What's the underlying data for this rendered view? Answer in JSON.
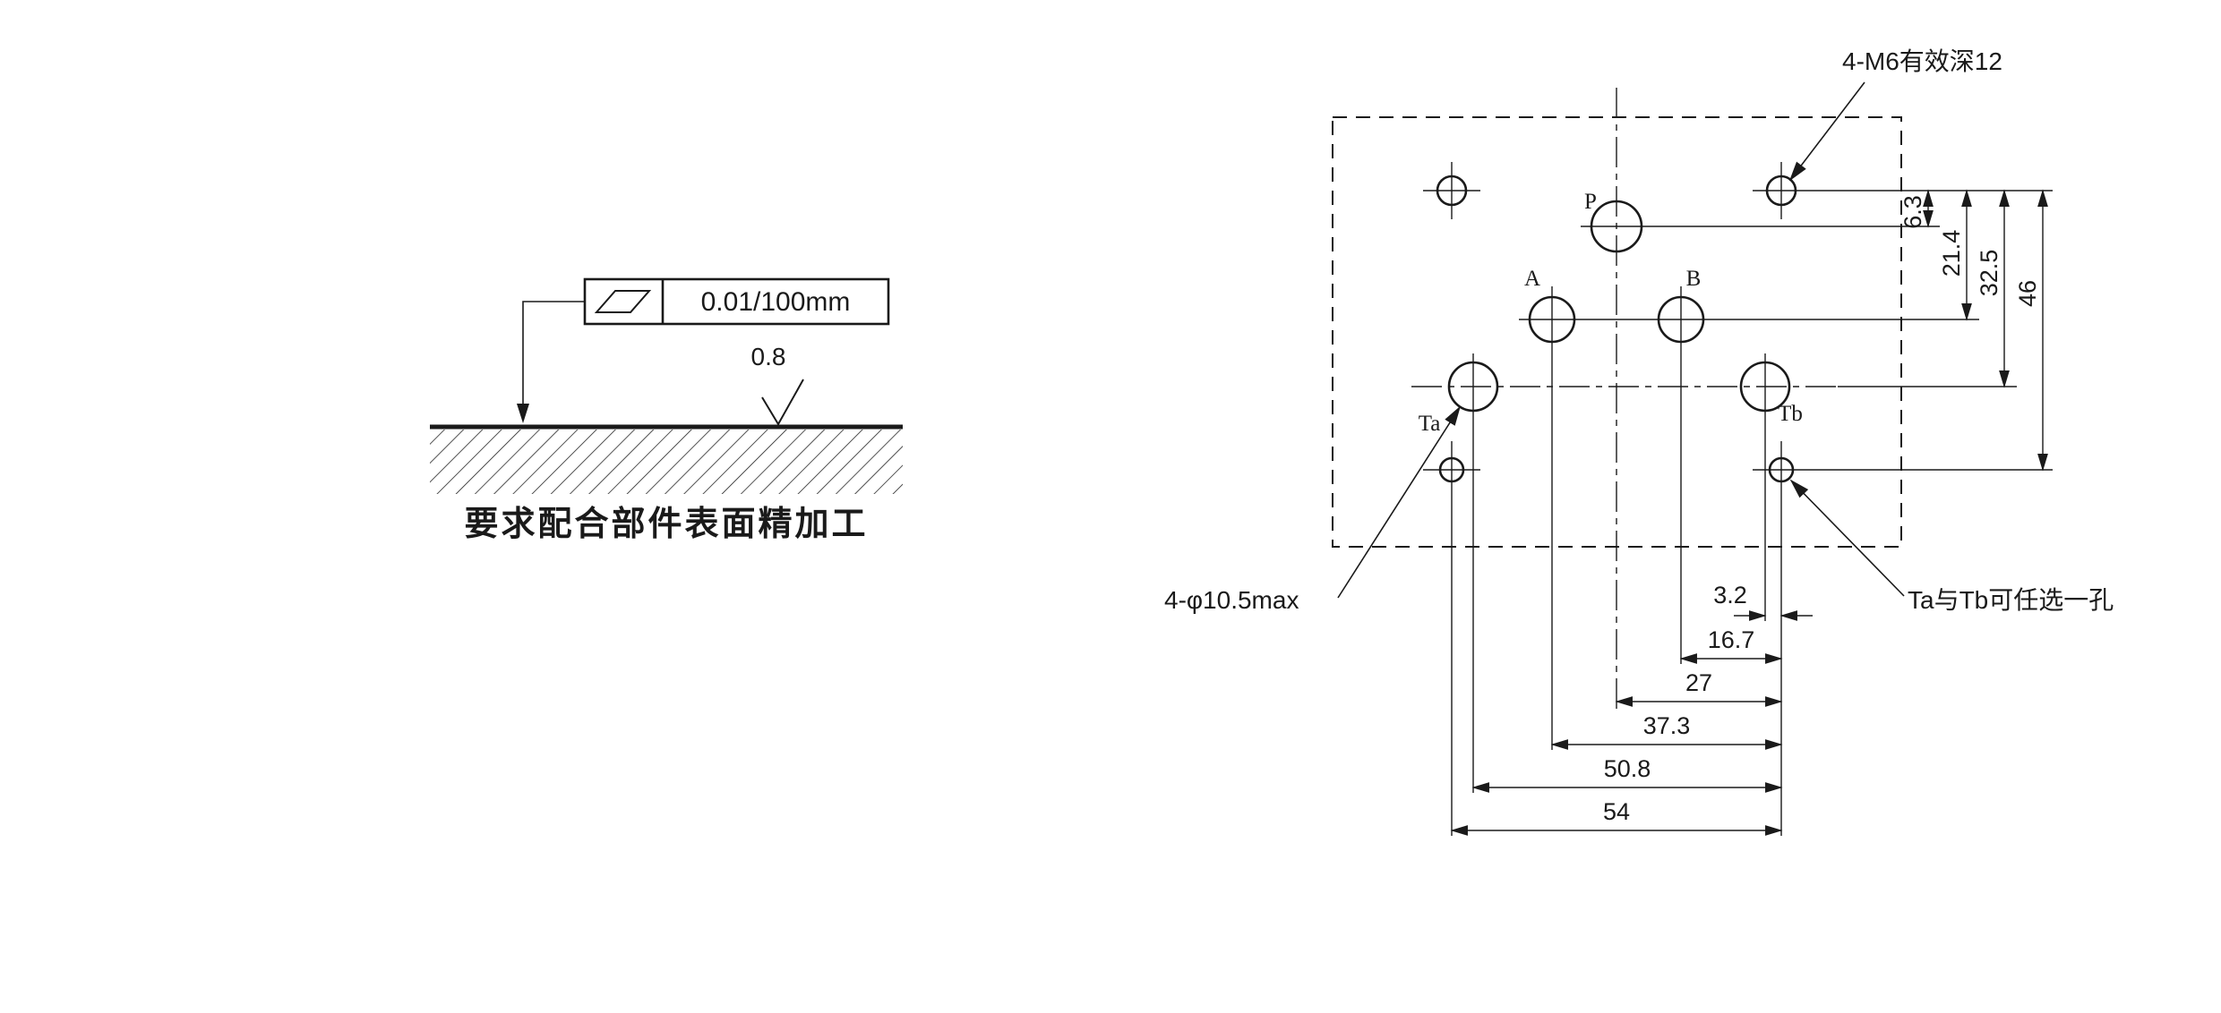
{
  "colors": {
    "line": "#1a1a1a",
    "bg": "#ffffff"
  },
  "left_view": {
    "tolerance_frame": {
      "symbol": "flatness-parallelogram",
      "value": "0.01/100mm"
    },
    "roughness_value": "0.8",
    "caption": "要求配合部件表面精加工"
  },
  "right_view": {
    "port_labels": {
      "p": "P",
      "a": "A",
      "b": "B",
      "ta": "Ta",
      "tb": "Tb"
    },
    "callouts": {
      "thread_holes": "4-M6有效深12",
      "port_diameter": "4-φ10.5max",
      "hole_note": "Ta与Tb可任选一孔"
    },
    "vertical_dims": [
      "6.3",
      "21.4",
      "32.5",
      "46"
    ],
    "horizontal_dims": [
      "3.2",
      "16.7",
      "27",
      "37.3",
      "50.8",
      "54"
    ]
  }
}
